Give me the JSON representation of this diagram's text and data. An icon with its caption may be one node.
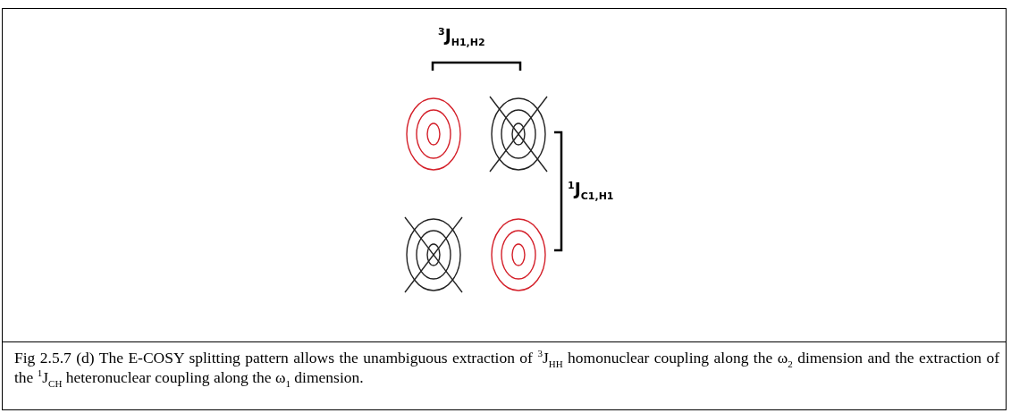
{
  "diagram": {
    "caption": "Fig 2.5.7 (d) The E-COSY splitting pattern allows the unambiguous extraction of $^{3}$J$_{HH}$ homonuclear coupling along the ω$_{2}$ dimension and the extraction of the $^{1}$J$_{CH}$ heteronuclear coupling along the ω$_{1}$ dimension.",
    "labels": [
      "$^{3}$J$_{H1,H2}$",
      "$^{1}$J$_{C1,H1}$"
    ]
  }
}
